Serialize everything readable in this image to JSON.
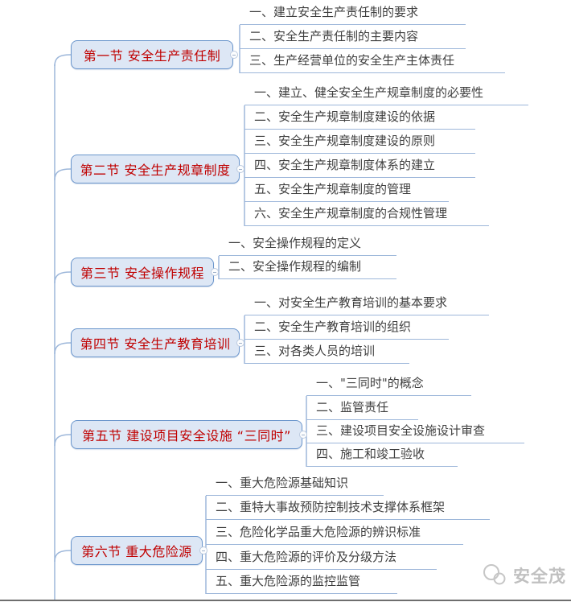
{
  "palette": {
    "node_fill": "#dde7f5",
    "node_border": "#6b96cc",
    "node_text_red": "#c00000",
    "connector_blue": "#9db7da",
    "child_text": "#3f3f3f",
    "watermark_gray": "#c0c0c0",
    "bottom_rule": "#6e6e6e"
  },
  "mindmap": {
    "sections": [
      {
        "label": "第一节 安全生产责任制",
        "children": [
          "一、建立安全生产责任制的要求",
          "二、安全生产责任制的主要内容",
          "三、生产经营单位的安全生产主体责任"
        ]
      },
      {
        "label": "第二节 安全生产规章制度",
        "children": [
          "一、建立、健全安全生产规章制度的必要性",
          "二、安全生产规章制度建设的依据",
          "三、安全生产规章制度建设的原则",
          "四、安全生产规章制度体系的建立",
          "五、安全生产规章制度的管理",
          "六、安全生产规章制度的合规性管理"
        ]
      },
      {
        "label": "第三节 安全操作规程",
        "children": [
          "一、安全操作规程的定义",
          "二、安全操作规程的编制"
        ]
      },
      {
        "label": "第四节 安全生产教育培训",
        "children": [
          "一、对安全生产教育培训的基本要求",
          "二、安全生产教育培训的组织",
          "三、对各类人员的培训"
        ]
      },
      {
        "label": "第五节 建设项目安全设施 “三同时”",
        "children": [
          "一、\"三同时\"的概念",
          "二、监管责任",
          "三、建设项目安全设施设计审查",
          "四、施工和竣工验收"
        ]
      },
      {
        "label": "第六节 重大危险源",
        "children": [
          "一、重大危险源基础知识",
          "二、重特大事故预防控制技术支撑体系框架",
          "三、危险化学品重大危险源的辨识标准",
          "四、重大危险源的评价及分级方法",
          "五、重大危险源的监控监管"
        ]
      }
    ]
  },
  "watermark": {
    "text": "安全茂"
  }
}
